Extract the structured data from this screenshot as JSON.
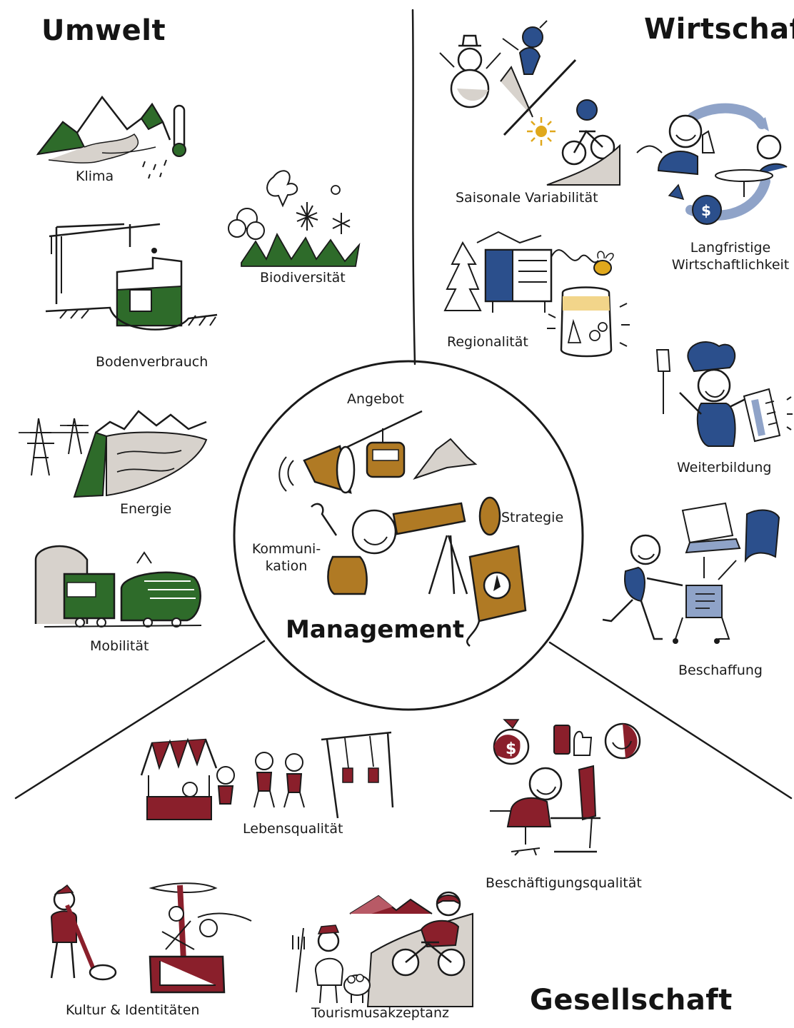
{
  "sections": {
    "umwelt": "Umwelt",
    "wirtschaft": "Wirtschaft",
    "gesellschaft": "Gesellschaft",
    "management": "Management"
  },
  "umwelt_items": {
    "klima": "Klima",
    "biodiversitaet": "Biodiversität",
    "bodenverbrauch": "Bodenverbrauch",
    "energie": "Energie",
    "mobilitaet": "Mobilität"
  },
  "wirtschaft_items": {
    "saisonale": "Saisonale Variabilität",
    "langfristige_1": "Langfristige",
    "langfristige_2": "Wirtschaftlichkeit",
    "regionalitaet": "Regionalität",
    "weiterbildung": "Weiterbildung",
    "beschaffung": "Beschaffung"
  },
  "gesellschaft_items": {
    "lebensqualitaet": "Lebensqualität",
    "beschaeftigungsqualitaet": "Beschäftigungsqualität",
    "kultur": "Kultur & Identitäten",
    "tourismusakzeptanz": "Tourismusakzeptanz"
  },
  "management_items": {
    "angebot": "Angebot",
    "strategie": "Strategie",
    "kommunikation_1": "Kommuni-",
    "kommunikation_2": "kation"
  },
  "colors": {
    "umwelt": "#2e6b2a",
    "wirtschaft": "#2b4f8c",
    "gesellschaft": "#8a1f2b",
    "management": "#b07a24",
    "ink": "#1a1a1a",
    "shadow": "#d7d2cc"
  }
}
